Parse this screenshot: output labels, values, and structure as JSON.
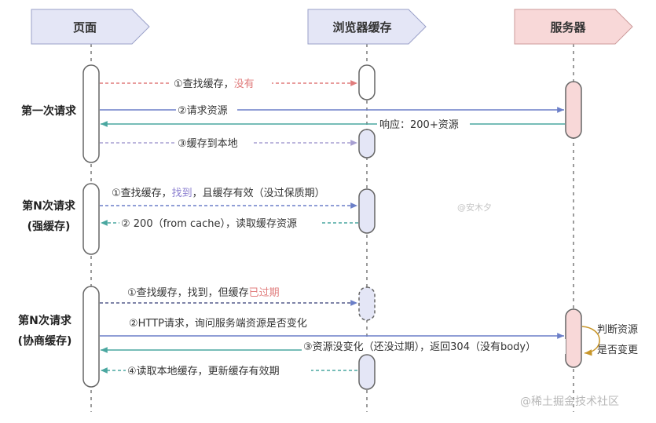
{
  "headers": {
    "page": "页面",
    "browser_cache": "浏览器缓存",
    "server": "服务器"
  },
  "sections": {
    "first": {
      "title": "第一次请求"
    },
    "strong": {
      "title_line1": "第N次请求",
      "title_line2": "(强缓存)"
    },
    "negotiated": {
      "title_line1": "第N次请求",
      "title_line2": "(协商缓存)"
    }
  },
  "messages": {
    "m1": {
      "a": "①查找缓存，",
      "b": "没有"
    },
    "m2": "②请求资源",
    "m3": "响应：200+资源",
    "m4": "③缓存到本地",
    "m5": {
      "a": "①查找缓存，",
      "b": "找到",
      "c": "，且缓存有效（没过保质期）"
    },
    "m6": "② 200（from cache），读取缓存资源",
    "m7": {
      "a": "①查找缓存，找到，但缓存",
      "b": "已过期"
    },
    "m8": "②HTTP请求，询问服务端资源是否变化",
    "m9": "③资源没变化（还没过期），返回304（没有body）",
    "m10": "④读取本地缓存，更新缓存有效期"
  },
  "server_note": {
    "line1": "判断资源",
    "line2": "是否变更"
  },
  "watermarks": {
    "author": "@安木夕",
    "site": "@稀土掘金技术社区"
  },
  "colors": {
    "page_header": "#e4e6f6",
    "browser_header": "#e4e6f6",
    "server_header": "#f8d8d8",
    "request_blue": "#6b7fc8",
    "response_teal": "#4aa7a0",
    "miss_red": "#e07c7c",
    "save_purple": "#9b92c9",
    "note_gold": "#c8962a"
  }
}
